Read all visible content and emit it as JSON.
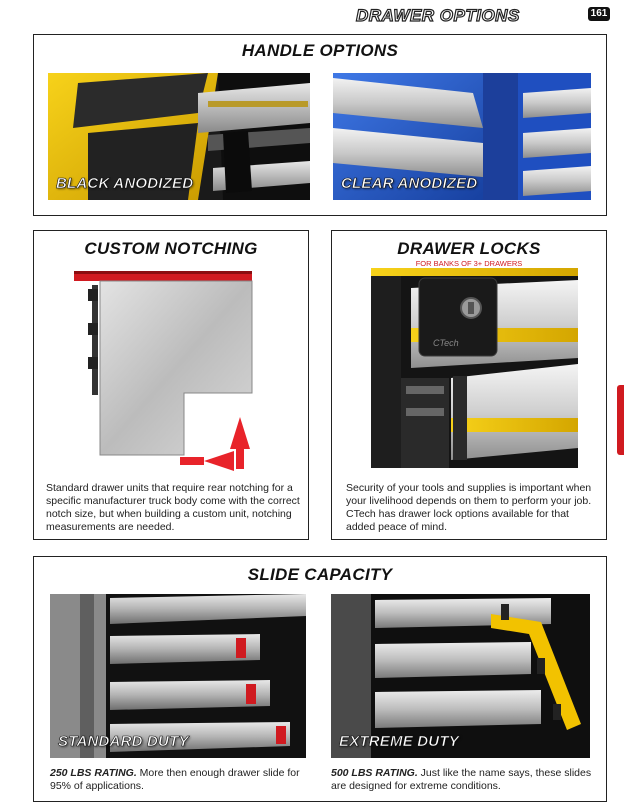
{
  "header": {
    "title": "DRAWER OPTIONS",
    "page_number": "161"
  },
  "handle_options": {
    "title": "HANDLE OPTIONS",
    "left_label": "BLACK ANODIZED",
    "right_label": "CLEAR ANODIZED"
  },
  "custom_notching": {
    "title": "CUSTOM NOTCHING",
    "text": "Standard drawer units that require rear notching for a specific manufacturer truck body come with the correct notch size, but when building a custom unit, notching measurements are needed."
  },
  "drawer_locks": {
    "title": "DRAWER LOCKS",
    "subtitle": "FOR BANKS OF 3+ DRAWERS",
    "badge": "CTech",
    "text": "Security of your tools and supplies is important when your livelihood depends on them to perform your job. CTech has drawer lock options available for that added peace of mind."
  },
  "slide_capacity": {
    "title": "SLIDE CAPACITY",
    "standard_label": "STANDARD DUTY",
    "extreme_label": "EXTREME DUTY",
    "standard_rating": "250 LBS RATING.",
    "standard_text": "More then enough drawer slide for 95% of applications.",
    "extreme_rating": "500 LBS RATING.",
    "extreme_text": "Just like the name says, these slides are designed for extreme conditions."
  },
  "colors": {
    "accent_red": "#d01a20",
    "yellow": "#f2c200",
    "blue": "#1d4fc4"
  }
}
